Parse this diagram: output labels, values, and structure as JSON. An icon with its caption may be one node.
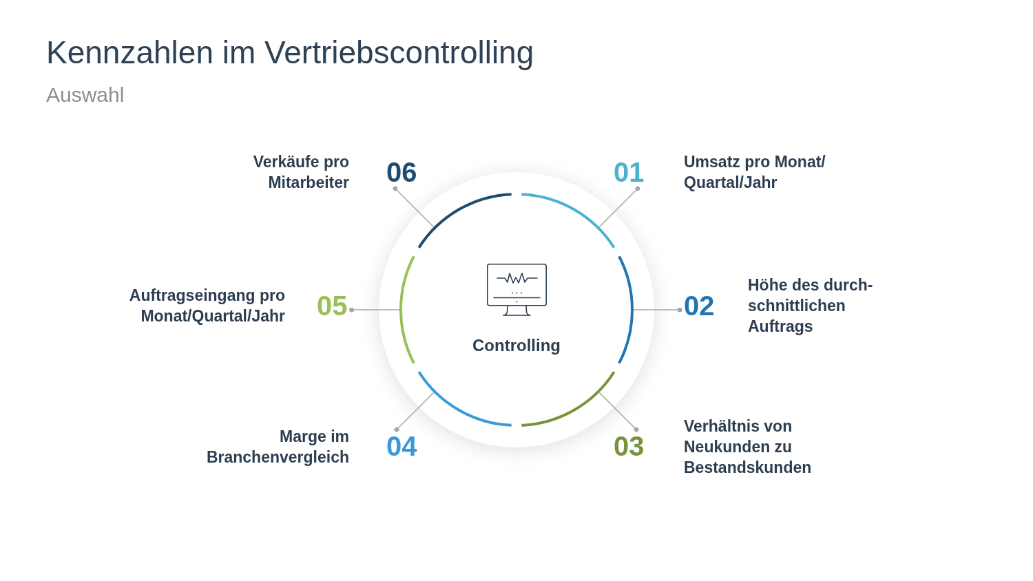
{
  "diagram": {
    "title": "Kennzahlen im Vertriebscontrolling",
    "nodes": [
      {
        "text": [
          "Controlling"
        ]
      },
      {
        "text": [],
        "shape": "arc",
        "in": 0
      },
      {
        "text": [],
        "shape": "arc",
        "in": 0
      },
      {
        "text": [],
        "shape": "arc",
        "in": 0
      },
      {
        "text": [],
        "shape": "arc",
        "in": 0
      },
      {
        "text": [],
        "shape": "arc",
        "in": 0
      },
      {
        "text": [],
        "shape": "arc",
        "in": 0
      },
      {
        "text": [
          "01"
        ],
        "beside": [
          "Umsatz pro Monat/ Quartal/Jahr"
        ]
      },
      {
        "text": [
          "02"
        ],
        "beside": [
          "Höhe des durch- schnittlichen Auftrags"
        ]
      },
      {
        "text": [
          "03"
        ],
        "beside": [
          "Verhältnis von Neukunden zu Bestandskunden"
        ]
      },
      {
        "text": [
          "04"
        ],
        "beside": [
          "Marge im Branchenvergleich"
        ]
      },
      {
        "text": [
          "05"
        ],
        "beside": [
          "Auftragseingang pro Monat/Quartal/Jahr"
        ]
      },
      {
        "text": [
          "06"
        ],
        "beside": [
          "Verkäufe pro Mitarbeiter"
        ]
      }
    ],
    "edges": [
      {
        "from": 7,
        "to": 1,
        "arrow": "other"
      },
      {
        "from": 8,
        "to": 2,
        "arrow": "other"
      },
      {
        "from": 9,
        "to": 3,
        "arrow": "other"
      },
      {
        "from": 10,
        "to": 4,
        "arrow": "other"
      },
      {
        "from": 11,
        "to": 5,
        "arrow": "other"
      },
      {
        "from": 12,
        "to": 6,
        "arrow": "other"
      }
    ],
    "labels": [
      "Auswahl"
    ]
  }
}
